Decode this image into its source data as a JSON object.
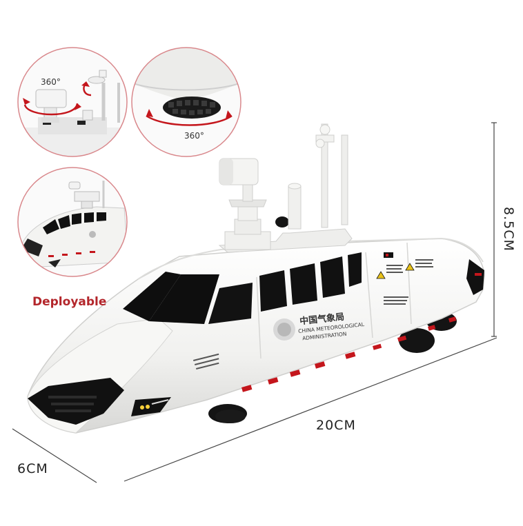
{
  "labels": {
    "width_dim": "20CM",
    "height_dim": "8.5CM",
    "depth_dim": "6CM",
    "deployable": "Deployable",
    "rotate_top": "360°",
    "rotate_bottom": "360°"
  },
  "vehicle_text": {
    "chinese_name": "中国气象局",
    "english_name_line1": "CHINA METEOROLOGICAL",
    "english_name_line2": "ADMINISTRATION"
  },
  "colors": {
    "accent_red": "#b3262b",
    "circle_stroke": "#d9888c",
    "body_white": "#f4f4f2",
    "window_black": "#111111",
    "stripe_red": "#c4161c"
  }
}
